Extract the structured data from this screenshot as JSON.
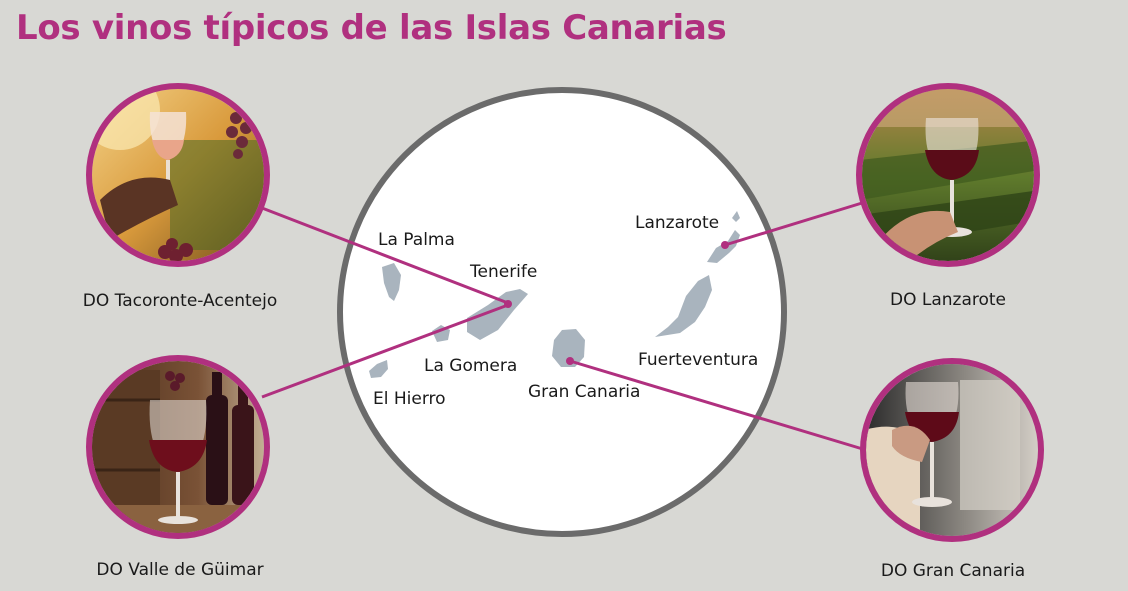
{
  "title": "Los vinos típicos de las Islas Canarias",
  "islands": {
    "la_palma": "La Palma",
    "tenerife": "Tenerife",
    "la_gomera": "La Gomera",
    "el_hierro": "El Hierro",
    "gran_canaria": "Gran Canaria",
    "lanzarote": "Lanzarote",
    "fuerteventura": "Fuerteventura"
  },
  "wines": {
    "tacoronte": "DO Tacoronte-Acentejo",
    "guimar": "DO Valle de Güimar",
    "lanzarote": "DO Lanzarote",
    "gran_canaria": "DO Gran Canaria"
  },
  "colors": {
    "accent": "#b0307f",
    "ring": "#6b6b6b",
    "island": "#a9b4be",
    "background": "#d8d8d4"
  }
}
